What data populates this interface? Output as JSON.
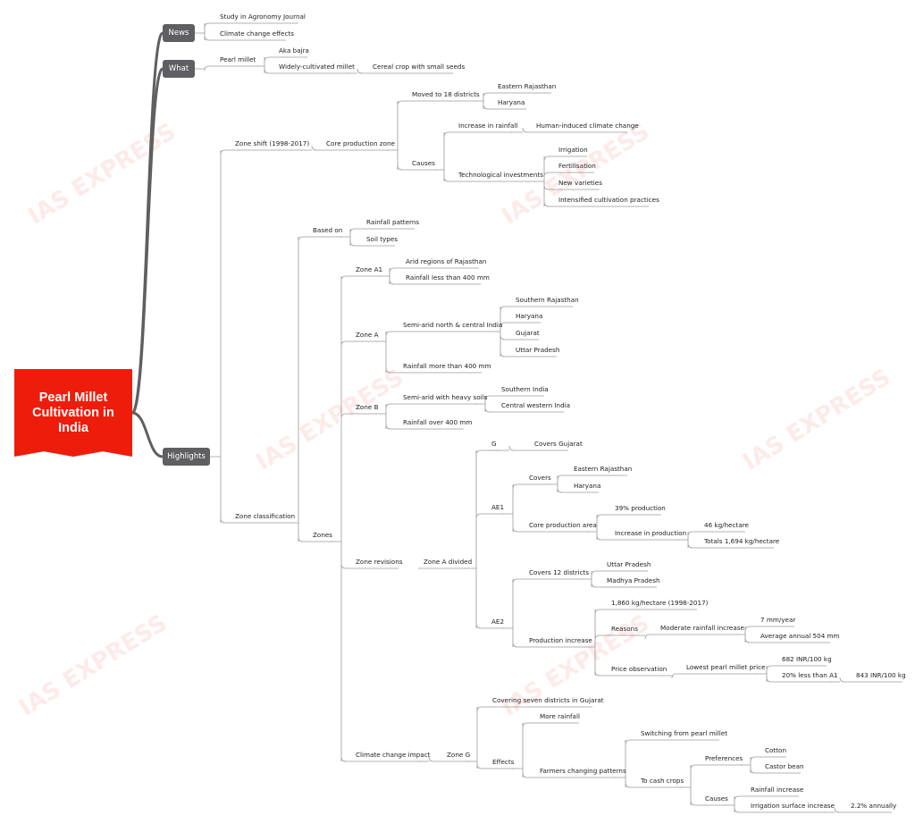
{
  "root": {
    "title": "Pearl Millet Cultivation in India"
  },
  "watermark": "IAS EXPRESS",
  "colors": {
    "root": "#ee1d0b",
    "branch_box": "#5f5f63",
    "link": "#5f5f63"
  },
  "branches": {
    "news": {
      "label": "News",
      "items": [
        "Study in Agronomy Journal",
        "Climate change effects"
      ]
    },
    "what": {
      "label": "What",
      "pearl_millet": "Pearl millet",
      "aka": "Aka bajra",
      "widely": "Widely-cultivated millet",
      "cereal": "Cereal crop with small seeds"
    },
    "highlights": {
      "label": "Highlights",
      "zone_shift": {
        "label": "Zone shift (1998-2017)",
        "core_zone": "Core production zone",
        "moved": "Moved to 18 districts",
        "moved_items": [
          "Eastern Rajasthan",
          "Haryana"
        ],
        "causes": "Causes",
        "rainfall_increase": "Increase in rainfall",
        "human_climate": "Human-induced climate change",
        "tech": "Technological investments",
        "tech_items": [
          "Irrigation",
          "Fertilisation",
          "New varieties",
          "Intensified cultivation practices"
        ]
      },
      "zone_classification": {
        "label": "Zone classification",
        "based_on": "Based on",
        "based_items": [
          "Rainfall patterns",
          "Soil types"
        ],
        "zones": "Zones",
        "a1": {
          "label": "Zone A1",
          "items": [
            "Arid regions of Rajasthan",
            "Rainfall less than 400 mm"
          ]
        },
        "a": {
          "label": "Zone A",
          "semi": "Semi-arid north & central India",
          "semi_items": [
            "Southern Rajasthan",
            "Haryana",
            "Gujarat",
            "Uttar Pradesh"
          ],
          "rain": "Rainfall more than 400 mm"
        },
        "b": {
          "label": "Zone B",
          "semi": "Semi-arid with heavy soils",
          "semi_items": [
            "Southern India",
            "Central western India"
          ],
          "rain": "Rainfall over 400 mm"
        },
        "revisions": {
          "label": "Zone revisions",
          "divided": "Zone A divided",
          "g": "G",
          "g_covers": "Covers Gujarat",
          "ae1": "AE1",
          "ae1_covers": "Covers",
          "ae1_covers_items": [
            "Eastern Rajasthan",
            "Haryana"
          ],
          "core_area": "Core production area",
          "core_39": "39% production",
          "inc_prod": "Increase in production",
          "inc_items": [
            "46 kg/hectare",
            "Totals 1,694 kg/hectare"
          ],
          "ae2": "AE2",
          "ae2_covers": "Covers 12 districts",
          "ae2_covers_items": [
            "Uttar Pradesh",
            "Madhya Pradesh"
          ],
          "prod_inc": "Production increase",
          "prod_1860": "1,860 kg/hectare (1998-2017)",
          "reasons": "Reasons",
          "moderate": "Moderate rainfall increase",
          "moderate_items": [
            "7 mm/year",
            "Average annual 504 mm"
          ],
          "price_obs": "Price observation",
          "lowest": "Lowest pearl millet price",
          "p682": "682 INR/100 kg",
          "p20": "20% less than A1",
          "p843": "843 INR/100 kg"
        },
        "climate": {
          "label": "Climate change impact",
          "zone_g": "Zone G",
          "covering": "Covering seven districts in Gujarat",
          "effects": "Effects",
          "more_rain": "More rainfall",
          "farmers": "Farmers changing patterns",
          "switching": "Switching from pearl millet",
          "cash": "To cash crops",
          "pref": "Preferences",
          "pref_items": [
            "Cotton",
            "Castor bean"
          ],
          "causes": "Causes",
          "rain_inc": "Rainfall increase",
          "irr": "Irrigation surface increase",
          "irr_rate": "2.2% annually"
        }
      }
    }
  }
}
